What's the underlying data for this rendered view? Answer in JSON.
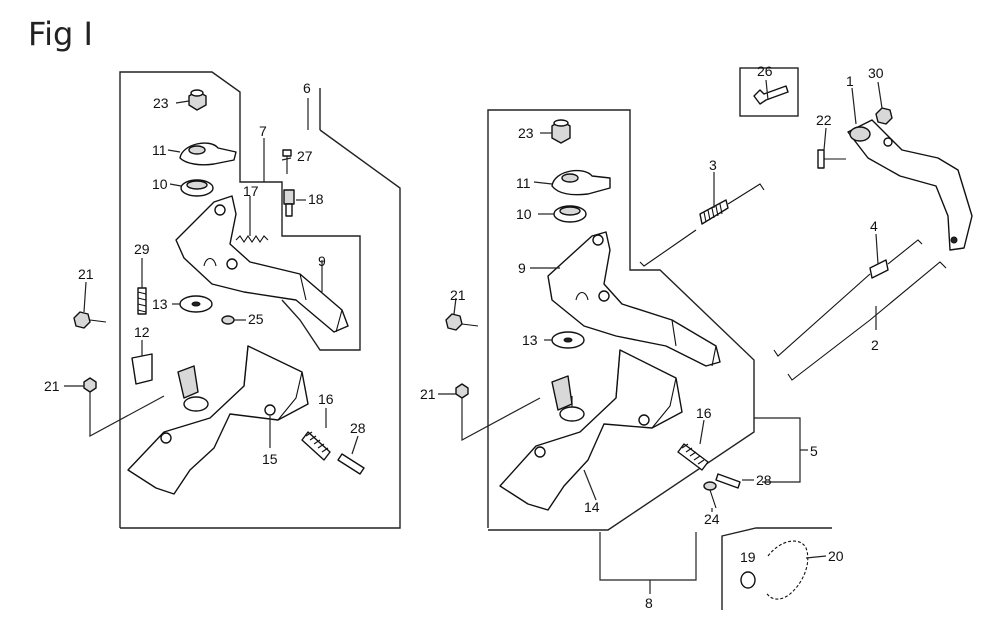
{
  "figure": {
    "title": "Fig I",
    "callouts": {
      "c1": "1",
      "c2": "2",
      "c3": "3",
      "c4": "4",
      "c5": "5",
      "c6": "6",
      "c7": "7",
      "c8": "8",
      "c9": "9",
      "c10": "10",
      "c11": "11",
      "c12": "12",
      "c13": "13",
      "c14": "14",
      "c15": "15",
      "c16": "16",
      "c17": "17",
      "c18": "18",
      "c19": "19",
      "c20": "20",
      "c21": "21",
      "c22": "22",
      "c23": "23",
      "c24": "24",
      "c25": "25",
      "c26": "26",
      "c27": "27",
      "c28": "28",
      "c29": "29",
      "c30": "30"
    }
  }
}
